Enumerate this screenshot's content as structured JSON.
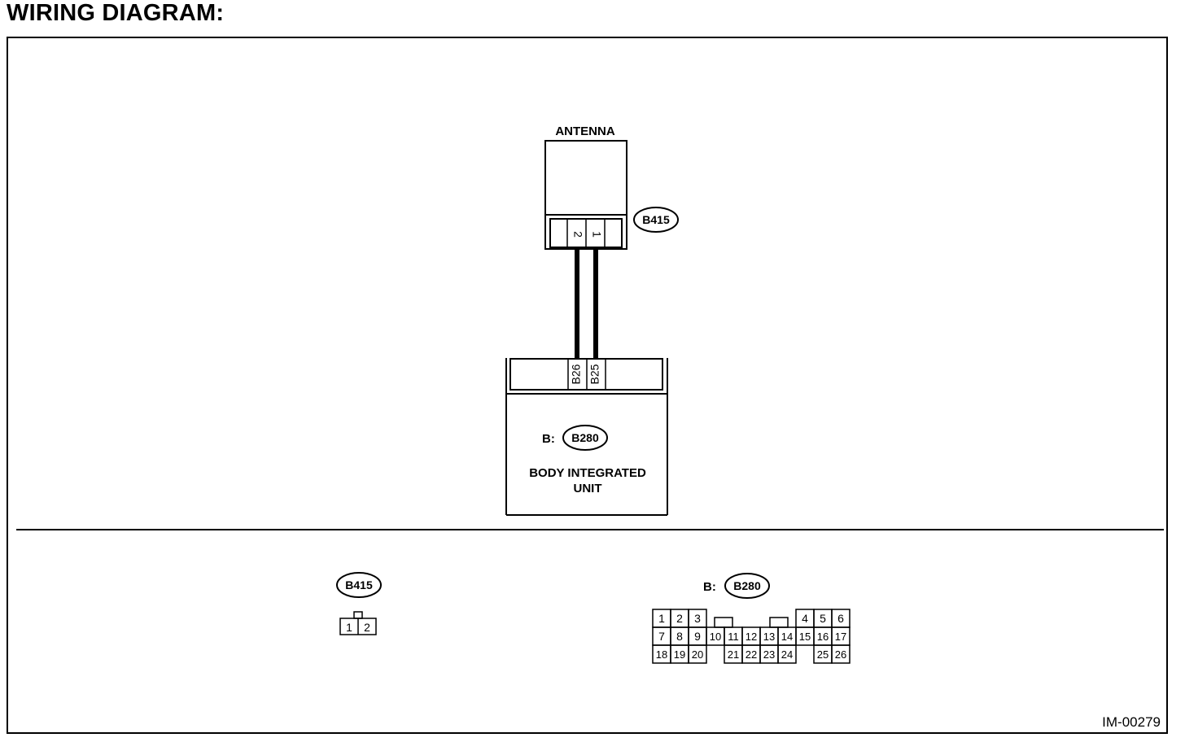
{
  "title": "WIRING DIAGRAM:",
  "figure_id": "IM-00279",
  "antenna": {
    "label": "ANTENNA",
    "connector": "B415",
    "pins": [
      "2",
      "1"
    ]
  },
  "body_unit": {
    "label_line1": "BODY INTEGRATED",
    "label_line2": "UNIT",
    "connector_prefix": "B:",
    "connector": "B280",
    "pins": [
      "B26",
      "B25"
    ]
  },
  "legend": {
    "b415": {
      "connector": "B415",
      "pins": [
        "1",
        "2"
      ]
    },
    "b280": {
      "prefix": "B:",
      "connector": "B280",
      "row1_left": [
        "1",
        "2",
        "3"
      ],
      "row1_right": [
        "4",
        "5",
        "6"
      ],
      "row2": [
        "7",
        "8",
        "9",
        "10",
        "11",
        "12",
        "13",
        "14",
        "15",
        "16",
        "17"
      ],
      "row3_left": [
        "18",
        "19",
        "20"
      ],
      "row3_mid": [
        "21",
        "22",
        "23",
        "24"
      ],
      "row3_right": [
        "25",
        "26"
      ]
    }
  }
}
